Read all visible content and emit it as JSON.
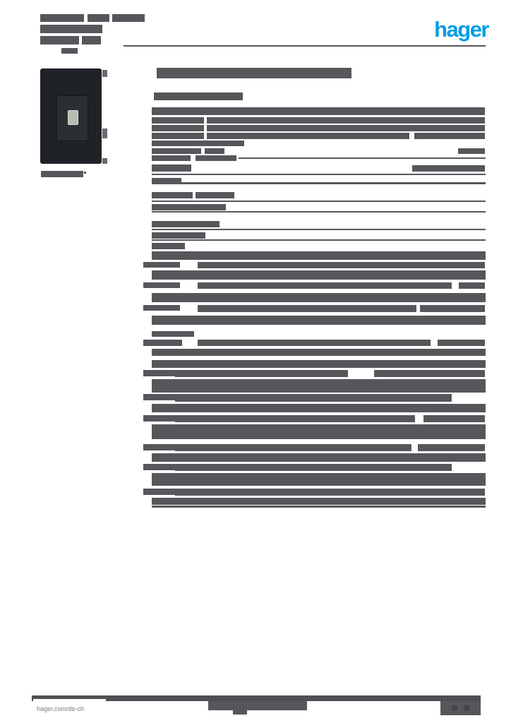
{
  "document": {
    "brand_logo_text": "hager",
    "footer_url": "hager.com/de-ch"
  },
  "colors": {
    "brand_blue": "#009EE2",
    "redaction_grey": "#56575B",
    "footer_bar_grey": "#4E4F52",
    "paper_white": "#FFFFFF",
    "device_body_black": "#1F2226",
    "device_button_grey": "#2B2E33",
    "device_led_grey": "#B7BCB3"
  },
  "product_photo": {
    "description": "black-wall-switch-with-lit-button"
  },
  "redactions": [
    [
      57,
      20,
      62,
      11
    ],
    [
      124,
      20,
      31,
      11
    ],
    [
      159,
      20,
      46,
      11
    ],
    [
      57,
      35,
      88,
      12
    ],
    [
      57,
      51,
      55,
      12
    ],
    [
      116,
      51,
      27,
      12
    ],
    [
      87,
      68,
      23,
      8
    ],
    [
      175,
      64,
      513,
      2
    ],
    [
      222,
      96,
      276,
      15
    ],
    [
      218,
      131,
      126,
      11
    ],
    [
      215,
      152,
      472,
      11
    ],
    [
      215,
      166,
      74,
      9
    ],
    [
      293,
      166,
      394,
      9
    ],
    [
      215,
      177,
      74,
      9
    ],
    [
      293,
      177,
      394,
      9
    ],
    [
      215,
      188,
      74,
      9
    ],
    [
      293,
      188,
      287,
      9
    ],
    [
      587,
      188,
      100,
      9
    ],
    [
      215,
      199,
      131,
      8
    ],
    [
      215,
      210,
      70,
      8
    ],
    [
      290,
      210,
      28,
      8
    ],
    [
      649,
      210,
      38,
      8
    ],
    [
      215,
      220,
      55,
      8
    ],
    [
      277,
      220,
      58,
      8
    ],
    [
      338,
      223,
      350,
      2
    ],
    [
      215,
      233,
      56,
      10
    ],
    [
      584,
      234,
      103,
      9
    ],
    [
      215,
      246,
      473,
      2
    ],
    [
      215,
      252,
      42,
      8
    ],
    [
      215,
      258,
      473,
      3
    ],
    [
      215,
      272,
      58,
      9
    ],
    [
      277,
      272,
      55,
      9
    ],
    [
      215,
      284,
      473,
      2
    ],
    [
      215,
      289,
      105,
      9
    ],
    [
      215,
      299,
      473,
      2
    ],
    [
      215,
      313,
      96,
      9
    ],
    [
      215,
      324,
      473,
      2
    ],
    [
      215,
      329,
      76,
      9
    ],
    [
      215,
      339,
      473,
      2
    ],
    [
      215,
      344,
      47,
      9
    ],
    [
      215,
      356,
      473,
      12
    ],
    [
      203,
      371,
      52,
      8
    ],
    [
      280,
      371,
      407,
      9
    ],
    [
      215,
      383,
      473,
      13
    ],
    [
      203,
      400,
      52,
      8
    ],
    [
      280,
      400,
      360,
      9
    ],
    [
      650,
      400,
      37,
      9
    ],
    [
      215,
      415,
      473,
      13
    ],
    [
      203,
      432,
      52,
      8
    ],
    [
      280,
      432,
      310,
      10
    ],
    [
      595,
      432,
      92,
      10
    ],
    [
      215,
      447,
      473,
      13
    ],
    [
      215,
      469,
      60,
      8
    ],
    [
      203,
      481,
      55,
      9
    ],
    [
      280,
      481,
      330,
      9
    ],
    [
      620,
      481,
      67,
      9
    ],
    [
      215,
      494,
      473,
      10
    ],
    [
      215,
      510,
      473,
      11
    ],
    [
      203,
      524,
      45,
      9
    ],
    [
      248,
      524,
      245,
      10
    ],
    [
      530,
      524,
      157,
      10
    ],
    [
      215,
      537,
      473,
      19
    ],
    [
      203,
      558,
      45,
      9
    ],
    [
      248,
      558,
      392,
      11
    ],
    [
      215,
      572,
      473,
      12
    ],
    [
      203,
      588,
      45,
      9
    ],
    [
      248,
      588,
      340,
      10
    ],
    [
      600,
      588,
      87,
      10
    ],
    [
      215,
      601,
      473,
      21
    ],
    [
      203,
      629,
      45,
      9
    ],
    [
      248,
      629,
      335,
      10
    ],
    [
      592,
      629,
      95,
      10
    ],
    [
      215,
      642,
      473,
      12
    ],
    [
      203,
      657,
      45,
      9
    ],
    [
      248,
      657,
      392,
      10
    ],
    [
      215,
      670,
      473,
      18
    ],
    [
      203,
      692,
      45,
      9
    ],
    [
      248,
      692,
      370,
      10
    ],
    [
      600,
      692,
      87,
      10
    ],
    [
      215,
      705,
      473,
      10
    ],
    [
      215,
      716,
      473,
      3
    ],
    [
      58,
      242,
      60,
      9
    ],
    [
      119,
      243,
      3,
      3
    ],
    [
      295,
      993,
      140,
      13
    ],
    [
      330,
      1006,
      20,
      6
    ],
    [
      624,
      988,
      57,
      25
    ],
    [
      640,
      999,
      8,
      8,
      "dot"
    ],
    [
      657,
      999,
      8,
      8,
      "dot"
    ]
  ]
}
